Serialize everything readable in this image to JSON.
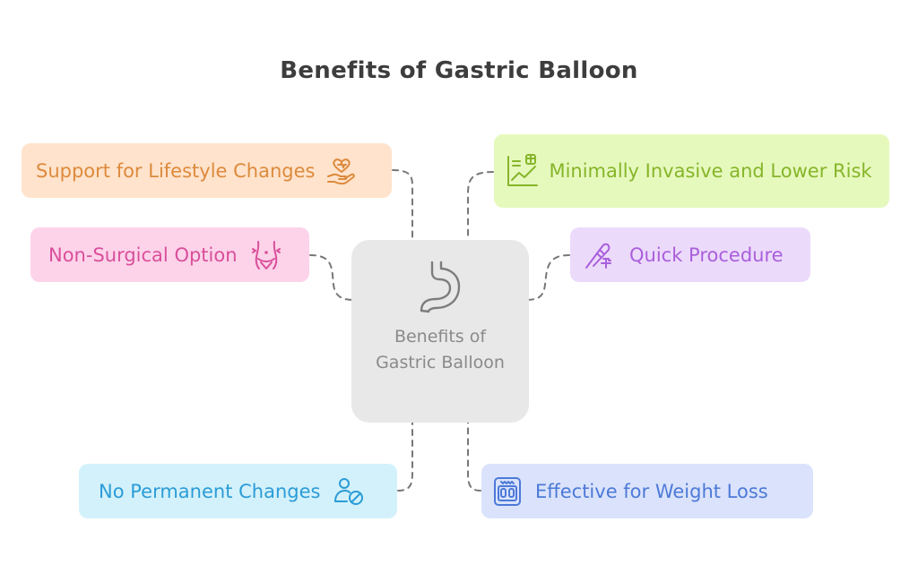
{
  "title": "Benefits of Gastric Balloon",
  "center": {
    "label": "Benefits of Gastric Balloon",
    "icon": "stomach-icon"
  },
  "nodes": {
    "support": {
      "label": "Support for Lifestyle Changes",
      "icon": "heart-in-hand-icon",
      "color": "#dc8a3c",
      "background": "#ffe3cc"
    },
    "nonsurgical": {
      "label": "Non-Surgical Option",
      "icon": "waist-icon",
      "color": "#d94f9a",
      "background": "#fdd3ea"
    },
    "nopermanent": {
      "label": "No Permanent Changes",
      "icon": "user-blocked-icon",
      "color": "#2b9cd6",
      "background": "#d3f1fb"
    },
    "minimally": {
      "label": "Minimally Invasive and Lower Risk",
      "icon": "health-chart-icon",
      "color": "#86b52a",
      "background": "#e6f9bd"
    },
    "quick": {
      "label": "Quick Procedure",
      "icon": "thermometer-plus-icon",
      "color": "#a95fdb",
      "background": "#ecdafb"
    },
    "effective": {
      "label": "Effective for Weight Loss",
      "icon": "scale-icon",
      "color": "#4d79d8",
      "background": "#dae3fb"
    }
  }
}
